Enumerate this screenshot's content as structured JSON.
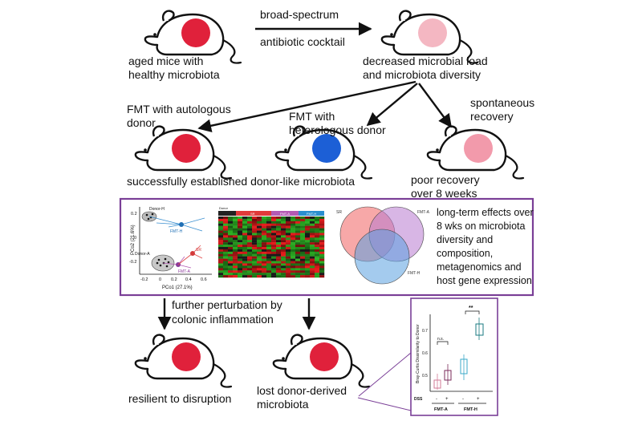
{
  "arrows": {
    "top": [
      "broad-spectrum",
      "antibiotic cocktail"
    ],
    "bottom": [
      "further perturbation by",
      "colonic inflammation"
    ]
  },
  "mice": {
    "aged": {
      "lines": [
        "aged mice with",
        "healthy microbiota"
      ],
      "dot_color": "#e0213b"
    },
    "decreased": {
      "lines": [
        "decreased microbial load",
        "and microbiota diversity"
      ],
      "dot_color": "#f4b7c2"
    },
    "autologous": {
      "caption": [
        "FMT with autologous",
        "donor"
      ],
      "dot_color": "#e0213b"
    },
    "heterologous": {
      "caption": [
        "FMT with",
        "heterologous donor"
      ],
      "dot_color": "#1c5fd6"
    },
    "spontaneous": {
      "caption": [
        "spontaneous",
        "recovery"
      ],
      "dot_color": "#f29aab"
    },
    "resilient": {
      "lines": [
        "resilient to disruption"
      ],
      "dot_color": "#e0213b"
    },
    "lost": {
      "lines": [
        "lost donor-derived",
        "microbiota"
      ],
      "dot_color": "#e0213b"
    }
  },
  "outcomes": {
    "established": "successfully established donor-like microbiota",
    "poor": [
      "poor recovery",
      "over 8 weeks"
    ]
  },
  "panel": {
    "border_color": "#7a3f97",
    "description": [
      "long-term effects over",
      "8 wks on microbiota",
      "diversity and",
      "composition,",
      "metagenomics and",
      "host gene expression"
    ],
    "pcoa": {
      "ylabel": "PCo2 (21.6%)",
      "xlabel": "PCo1 (27.1%)",
      "ticks_x": [
        "-0.2",
        "0",
        "0.2",
        "0.4",
        "0.6"
      ],
      "ticks_y": [
        "0.2",
        "0",
        "-0.2"
      ],
      "labels": {
        "donor_h": "Donor-H",
        "donor_a": "Donor-A",
        "fmt_h": "FMT-H",
        "fmt_a": "FMT-A",
        "sr": "SR"
      }
    },
    "heatmap": {
      "headers": [
        "Donor",
        "SR",
        "FMT-A",
        "FMT-H"
      ],
      "header_colors": [
        "#222222",
        "#e03a3a",
        "#b45ab4",
        "#2a8fd0"
      ]
    },
    "venn": {
      "labels": [
        "SR",
        "FMT-A",
        "FMT-H"
      ],
      "colors": [
        "#f06060",
        "#b87ad0",
        "#5aa0e0"
      ]
    }
  },
  "boxplot": {
    "ylabel": "Bray-Curtis Dissimilarity to Donor",
    "yticks": [
      "0.7",
      "0.6",
      "0.5"
    ],
    "sig": [
      "n.s.",
      "**"
    ],
    "dss_label": "DSS",
    "dss_values": [
      "-",
      "+",
      "-",
      "+"
    ],
    "groups": [
      "FMT-A",
      "FMT-H"
    ],
    "box_colors": [
      "#d27a96",
      "#7a2a5a",
      "#39a8c8",
      "#1a7a80"
    ]
  }
}
